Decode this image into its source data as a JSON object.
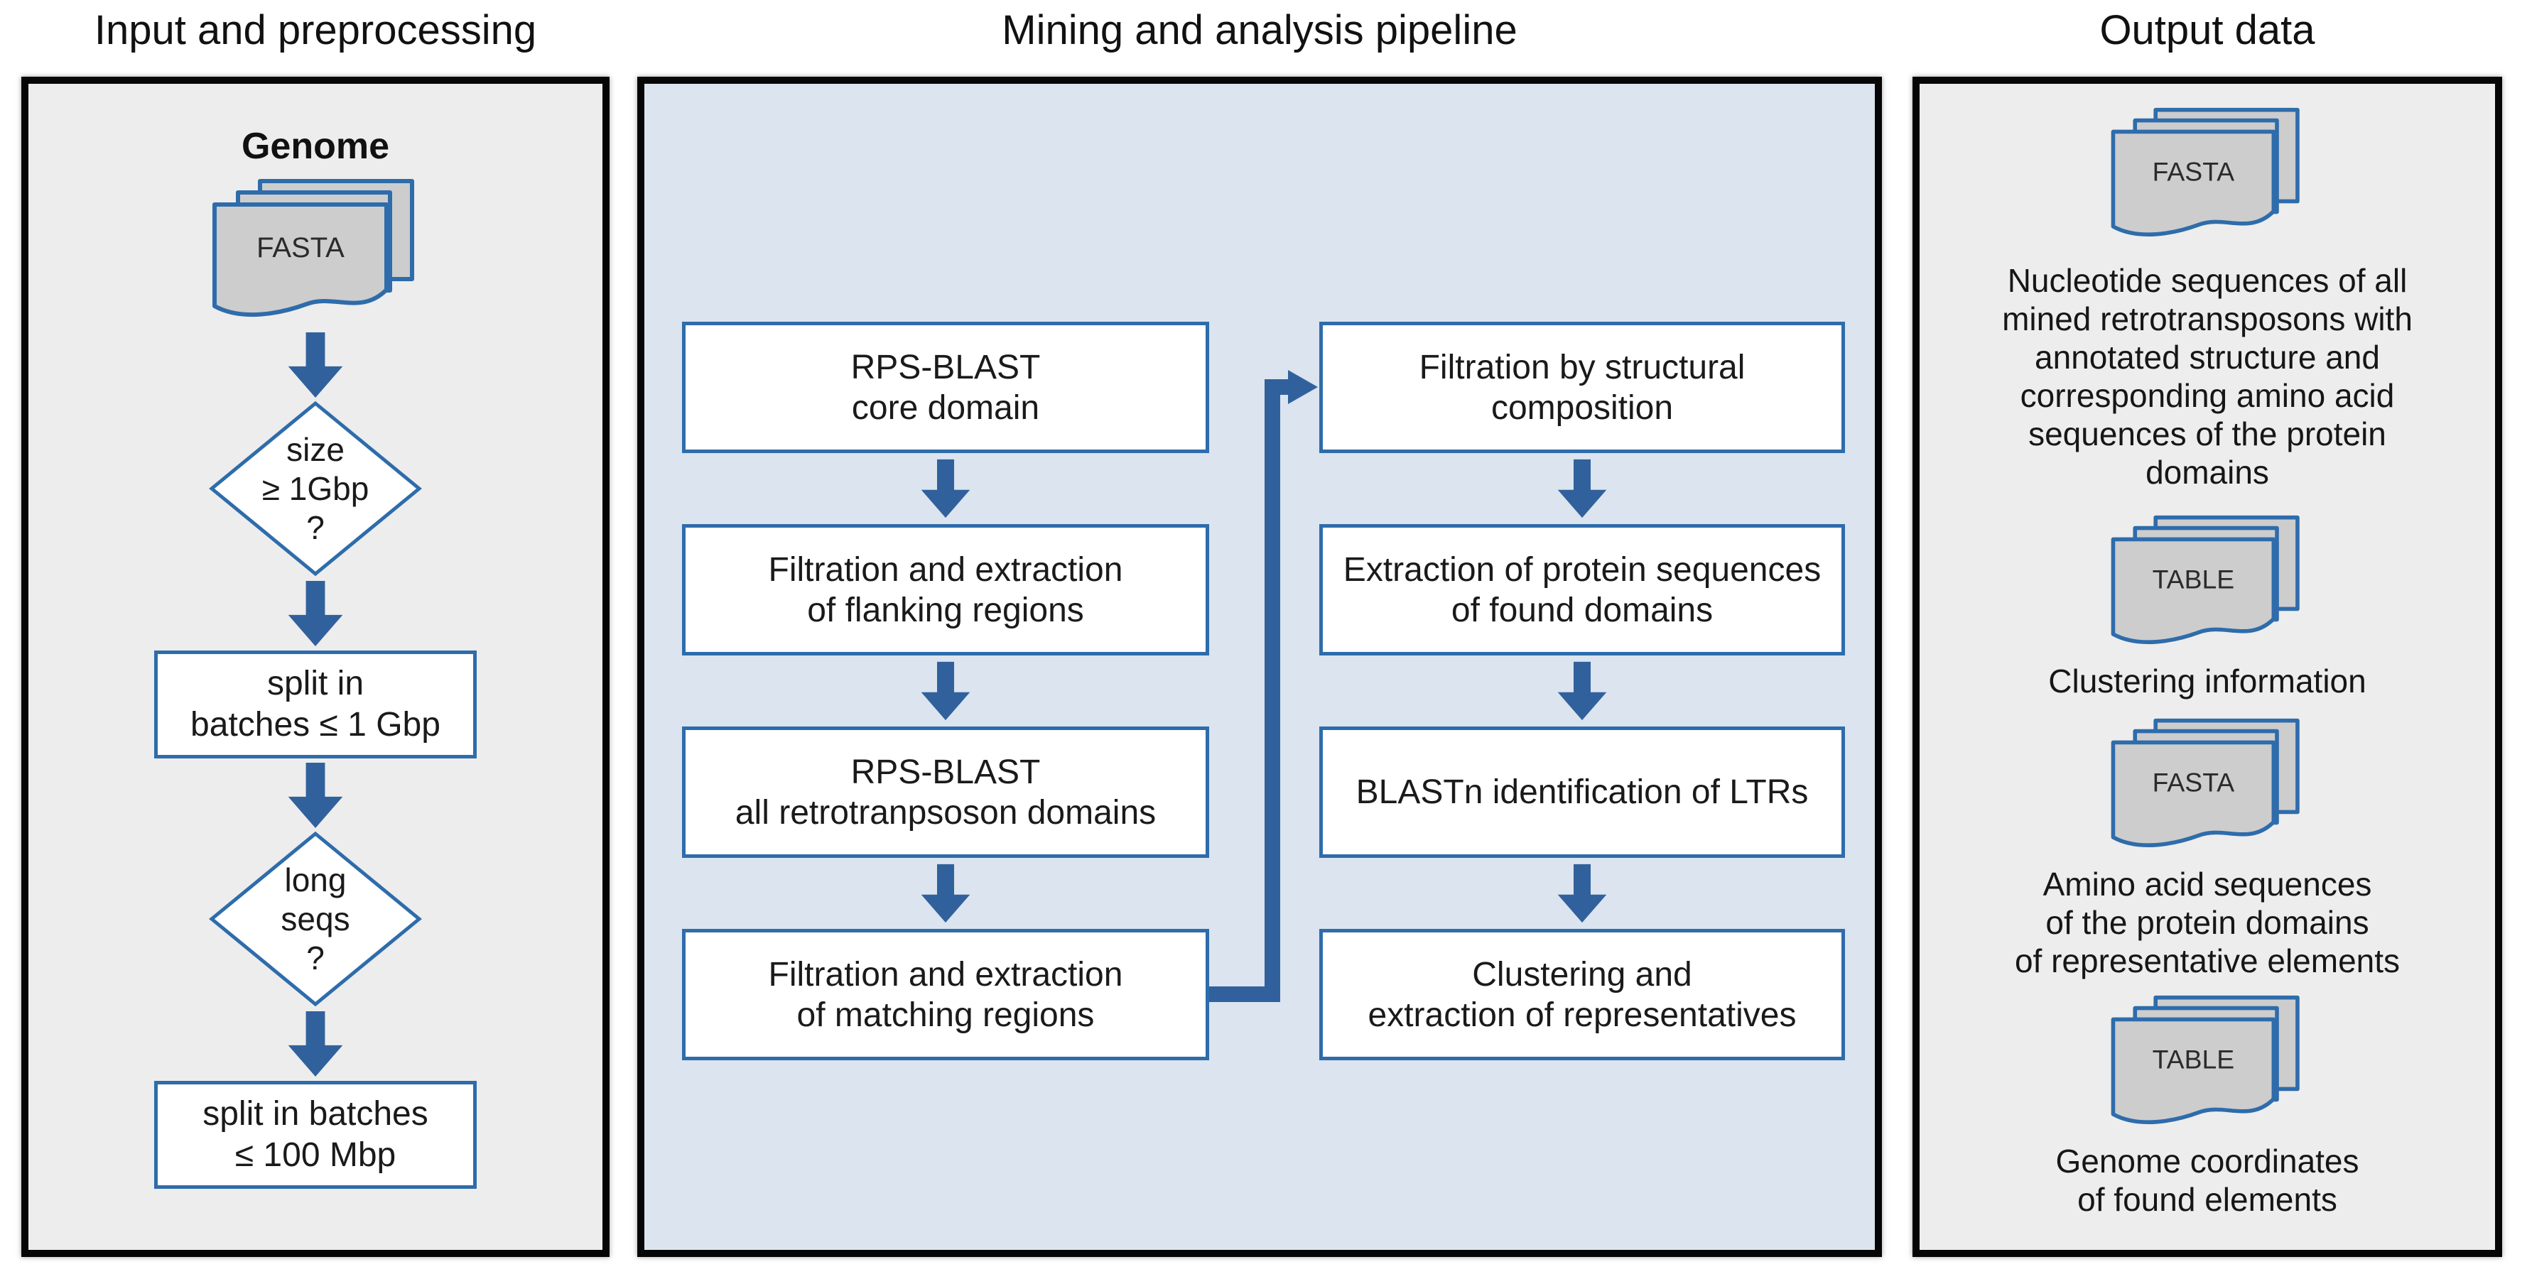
{
  "titles": {
    "left": "Input and preprocessing",
    "middle": "Mining and analysis pipeline",
    "right": "Output data"
  },
  "left_panel": {
    "genome_label": "Genome",
    "input_file_type": "FASTA",
    "decision_size": "size\n≥ 1Gbp\n?",
    "process_split_gbp": "split in\nbatches ≤ 1 Gbp",
    "decision_long_seqs": "long\nseqs\n?",
    "process_split_mbp": "split in batches\n≤ 100 Mbp"
  },
  "pipeline_panel": {
    "left_column": [
      {
        "label": "RPS-BLAST\ncore domain"
      },
      {
        "label": "Filtration and extraction\nof flanking regions"
      },
      {
        "label": "RPS-BLAST\nall retrotranpsoson domains"
      },
      {
        "label": "Filtration and extraction\nof matching regions"
      }
    ],
    "right_column": [
      {
        "label": "Filtration by structural\ncomposition"
      },
      {
        "label": "Extraction of protein sequences\nof found domains"
      },
      {
        "label": "BLASTn identification of LTRs"
      },
      {
        "label": "Clustering and\nextraction of representatives"
      }
    ]
  },
  "output_panel": {
    "items": [
      {
        "file_type": "FASTA",
        "caption": "Nucleotide sequences of all\nmined retrotransposons with\nannotated structure and\ncorresponding amino acid\nsequences of the protein\ndomains"
      },
      {
        "file_type": "TABLE",
        "caption": "Clustering information"
      },
      {
        "file_type": "FASTA",
        "caption": "Amino acid sequences\nof the protein domains\nof representative elements"
      },
      {
        "file_type": "TABLE",
        "caption": "Genome coordinates\nof found elements"
      }
    ]
  },
  "colors": {
    "panel_border": "#060606",
    "input_output_panel_bg": "#ededed",
    "pipeline_panel_bg": "#dbe4ef",
    "shape_border_blue": "#2e6cab",
    "arrow_blue": "#31619c",
    "file_icon_fill": "#cdcdcd",
    "text": "#1a1a1a"
  }
}
